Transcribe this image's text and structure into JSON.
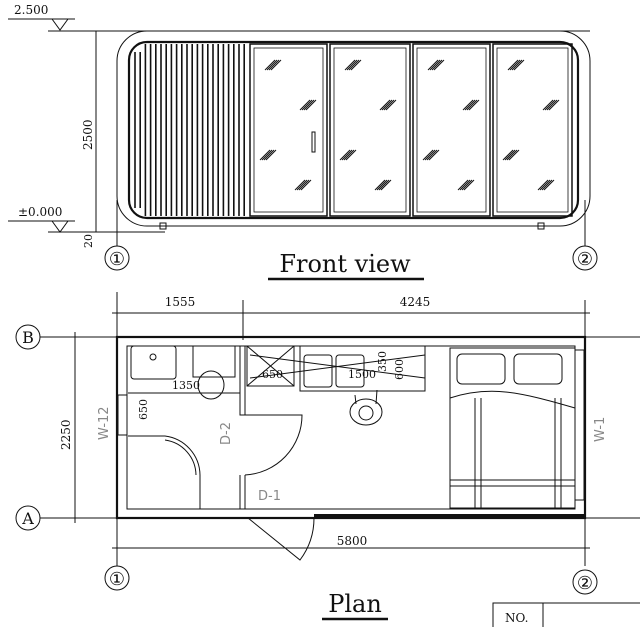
{
  "front_view": {
    "title": "Front view",
    "elevation_top": "2.500",
    "elevation_base": "±0.000",
    "height_dim": "2500",
    "base_dim": "20",
    "axis_left": "①",
    "axis_right": "②"
  },
  "plan": {
    "title": "Plan",
    "dim_left": "1555",
    "dim_right": "4245",
    "dim_total": "5800",
    "dim_depth": "2250",
    "grid_b": "B",
    "grid_a": "A",
    "axis_left": "①",
    "axis_right": "②",
    "window_left": "W-12",
    "window_right": "W-1",
    "door_bath": "D-2",
    "door_entry": "D-1",
    "dim_bath_width": "1350",
    "dim_bath_shower": "650",
    "dim_stove": "650",
    "dim_sink": "1500",
    "dim_counter": "350",
    "dim_counter_depth": "600"
  },
  "title_block": {
    "no_label": "NO."
  }
}
